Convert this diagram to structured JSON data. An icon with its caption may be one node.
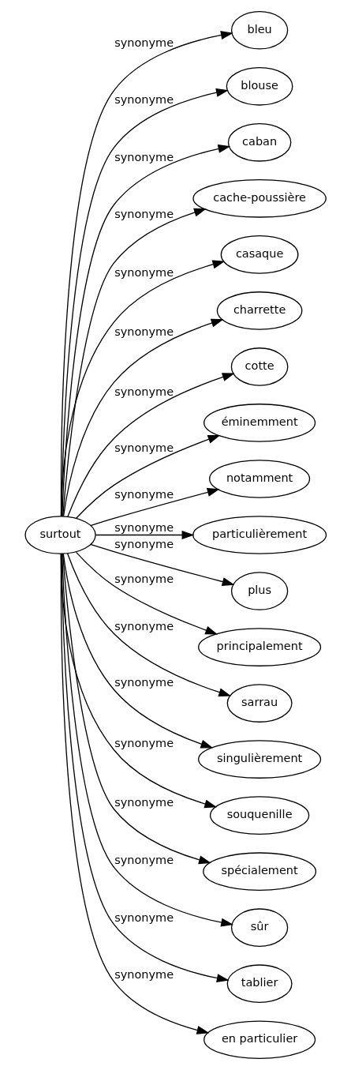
{
  "diagram": {
    "nodes": [
      {
        "text": [
          "surtout"
        ]
      },
      {
        "text": [
          "bleu"
        ]
      },
      {
        "text": [
          "blouse"
        ]
      },
      {
        "text": [
          "caban"
        ]
      },
      {
        "text": [
          "cache-poussière"
        ]
      },
      {
        "text": [
          "casaque"
        ]
      },
      {
        "text": [
          "charrette"
        ]
      },
      {
        "text": [
          "cotte"
        ]
      },
      {
        "text": [
          "éminemment"
        ]
      },
      {
        "text": [
          "notamment"
        ]
      },
      {
        "text": [
          "particulièrement"
        ]
      },
      {
        "text": [
          "plus"
        ]
      },
      {
        "text": [
          "principalement"
        ]
      },
      {
        "text": [
          "sarrau"
        ]
      },
      {
        "text": [
          "singulièrement"
        ]
      },
      {
        "text": [
          "souquenille"
        ]
      },
      {
        "text": [
          "spécialement"
        ]
      },
      {
        "text": [
          "sûr"
        ]
      },
      {
        "text": [
          "tablier"
        ]
      },
      {
        "text": [
          "en particulier"
        ]
      }
    ],
    "edges": [
      {
        "from": 0,
        "to": 1,
        "arrow": "to",
        "label": "synonyme"
      },
      {
        "from": 0,
        "to": 2,
        "arrow": "to",
        "label": "synonyme"
      },
      {
        "from": 0,
        "to": 3,
        "arrow": "to",
        "label": "synonyme"
      },
      {
        "from": 0,
        "to": 4,
        "arrow": "to",
        "label": "synonyme"
      },
      {
        "from": 0,
        "to": 5,
        "arrow": "to",
        "label": "synonyme"
      },
      {
        "from": 0,
        "to": 6,
        "arrow": "to",
        "label": "synonyme"
      },
      {
        "from": 0,
        "to": 7,
        "arrow": "to",
        "label": "synonyme"
      },
      {
        "from": 0,
        "to": 8,
        "arrow": "to",
        "label": "synonyme"
      },
      {
        "from": 0,
        "to": 9,
        "arrow": "to",
        "label": "synonyme"
      },
      {
        "from": 0,
        "to": 10,
        "arrow": "to",
        "label": "synonyme"
      },
      {
        "from": 0,
        "to": 11,
        "arrow": "to",
        "label": "synonyme"
      },
      {
        "from": 0,
        "to": 12,
        "arrow": "to",
        "label": "synonyme"
      },
      {
        "from": 0,
        "to": 13,
        "arrow": "to",
        "label": "synonyme"
      },
      {
        "from": 0,
        "to": 14,
        "arrow": "to",
        "label": "synonyme"
      },
      {
        "from": 0,
        "to": 15,
        "arrow": "to",
        "label": "synonyme"
      },
      {
        "from": 0,
        "to": 16,
        "arrow": "to",
        "label": "synonyme"
      },
      {
        "from": 0,
        "to": 17,
        "arrow": "to",
        "label": "synonyme"
      },
      {
        "from": 0,
        "to": 18,
        "arrow": "to",
        "label": "synonyme"
      },
      {
        "from": 0,
        "to": 19,
        "arrow": "to",
        "label": "synonyme"
      }
    ]
  }
}
